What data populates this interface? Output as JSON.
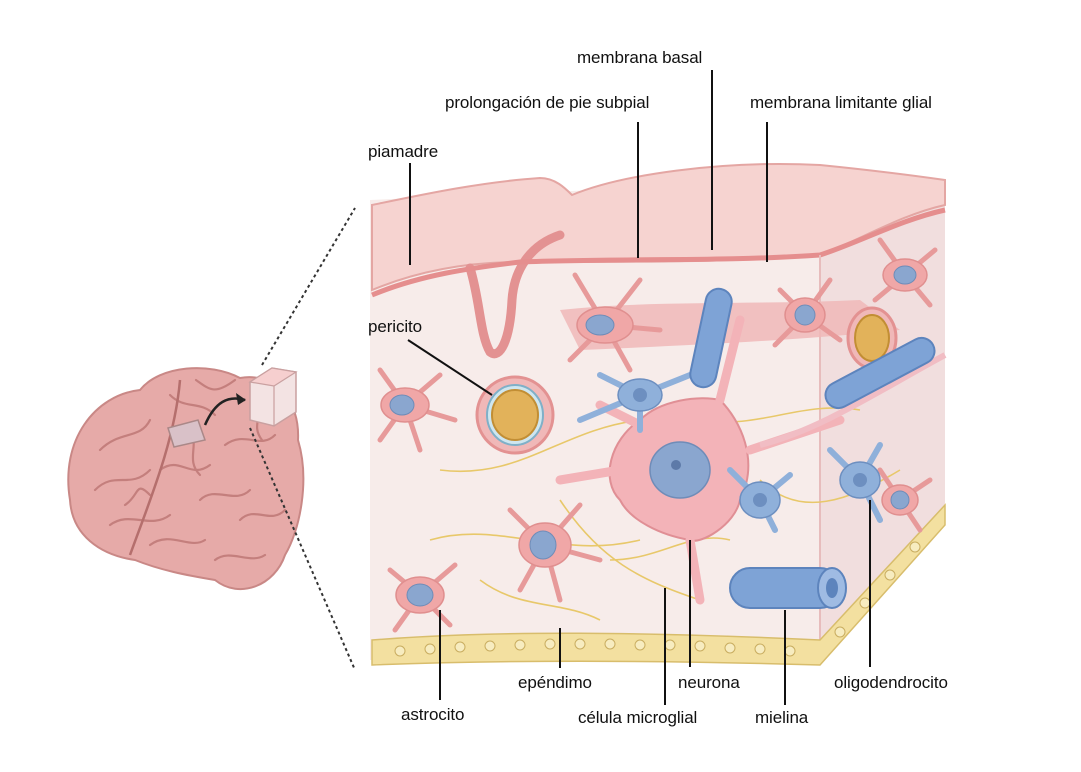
{
  "diagram": {
    "labels": {
      "membrana_basal": "membrana basal",
      "prolongacion_pie_subpial": "prolongación de pie subpial",
      "membrana_limitante_glial": "membrana limitante glial",
      "piamadre": "piamadre",
      "pericito": "pericito",
      "astrocito": "astrocito",
      "ependimo": "epéndimo",
      "celula_microglial": "célula microglial",
      "neurona": "neurona",
      "mielina": "mielina",
      "oligodendrocito": "oligodendrocito"
    },
    "colors": {
      "tissue_pink": "#f2c4c4",
      "pia_pink": "#f6d3d0",
      "pia_line": "#e39292",
      "astrocyte_pink": "#f0a7a7",
      "nucleus_blue": "#8aa6cf",
      "glia_blue": "#8fb0da",
      "myelin_blue": "#7ea3d6",
      "vessel_gold": "#e2b25a",
      "ependyma_yellow": "#f3e0a0",
      "brain_pink": "#e6aaa8",
      "fiber_yellow": "#e8c86a"
    }
  }
}
